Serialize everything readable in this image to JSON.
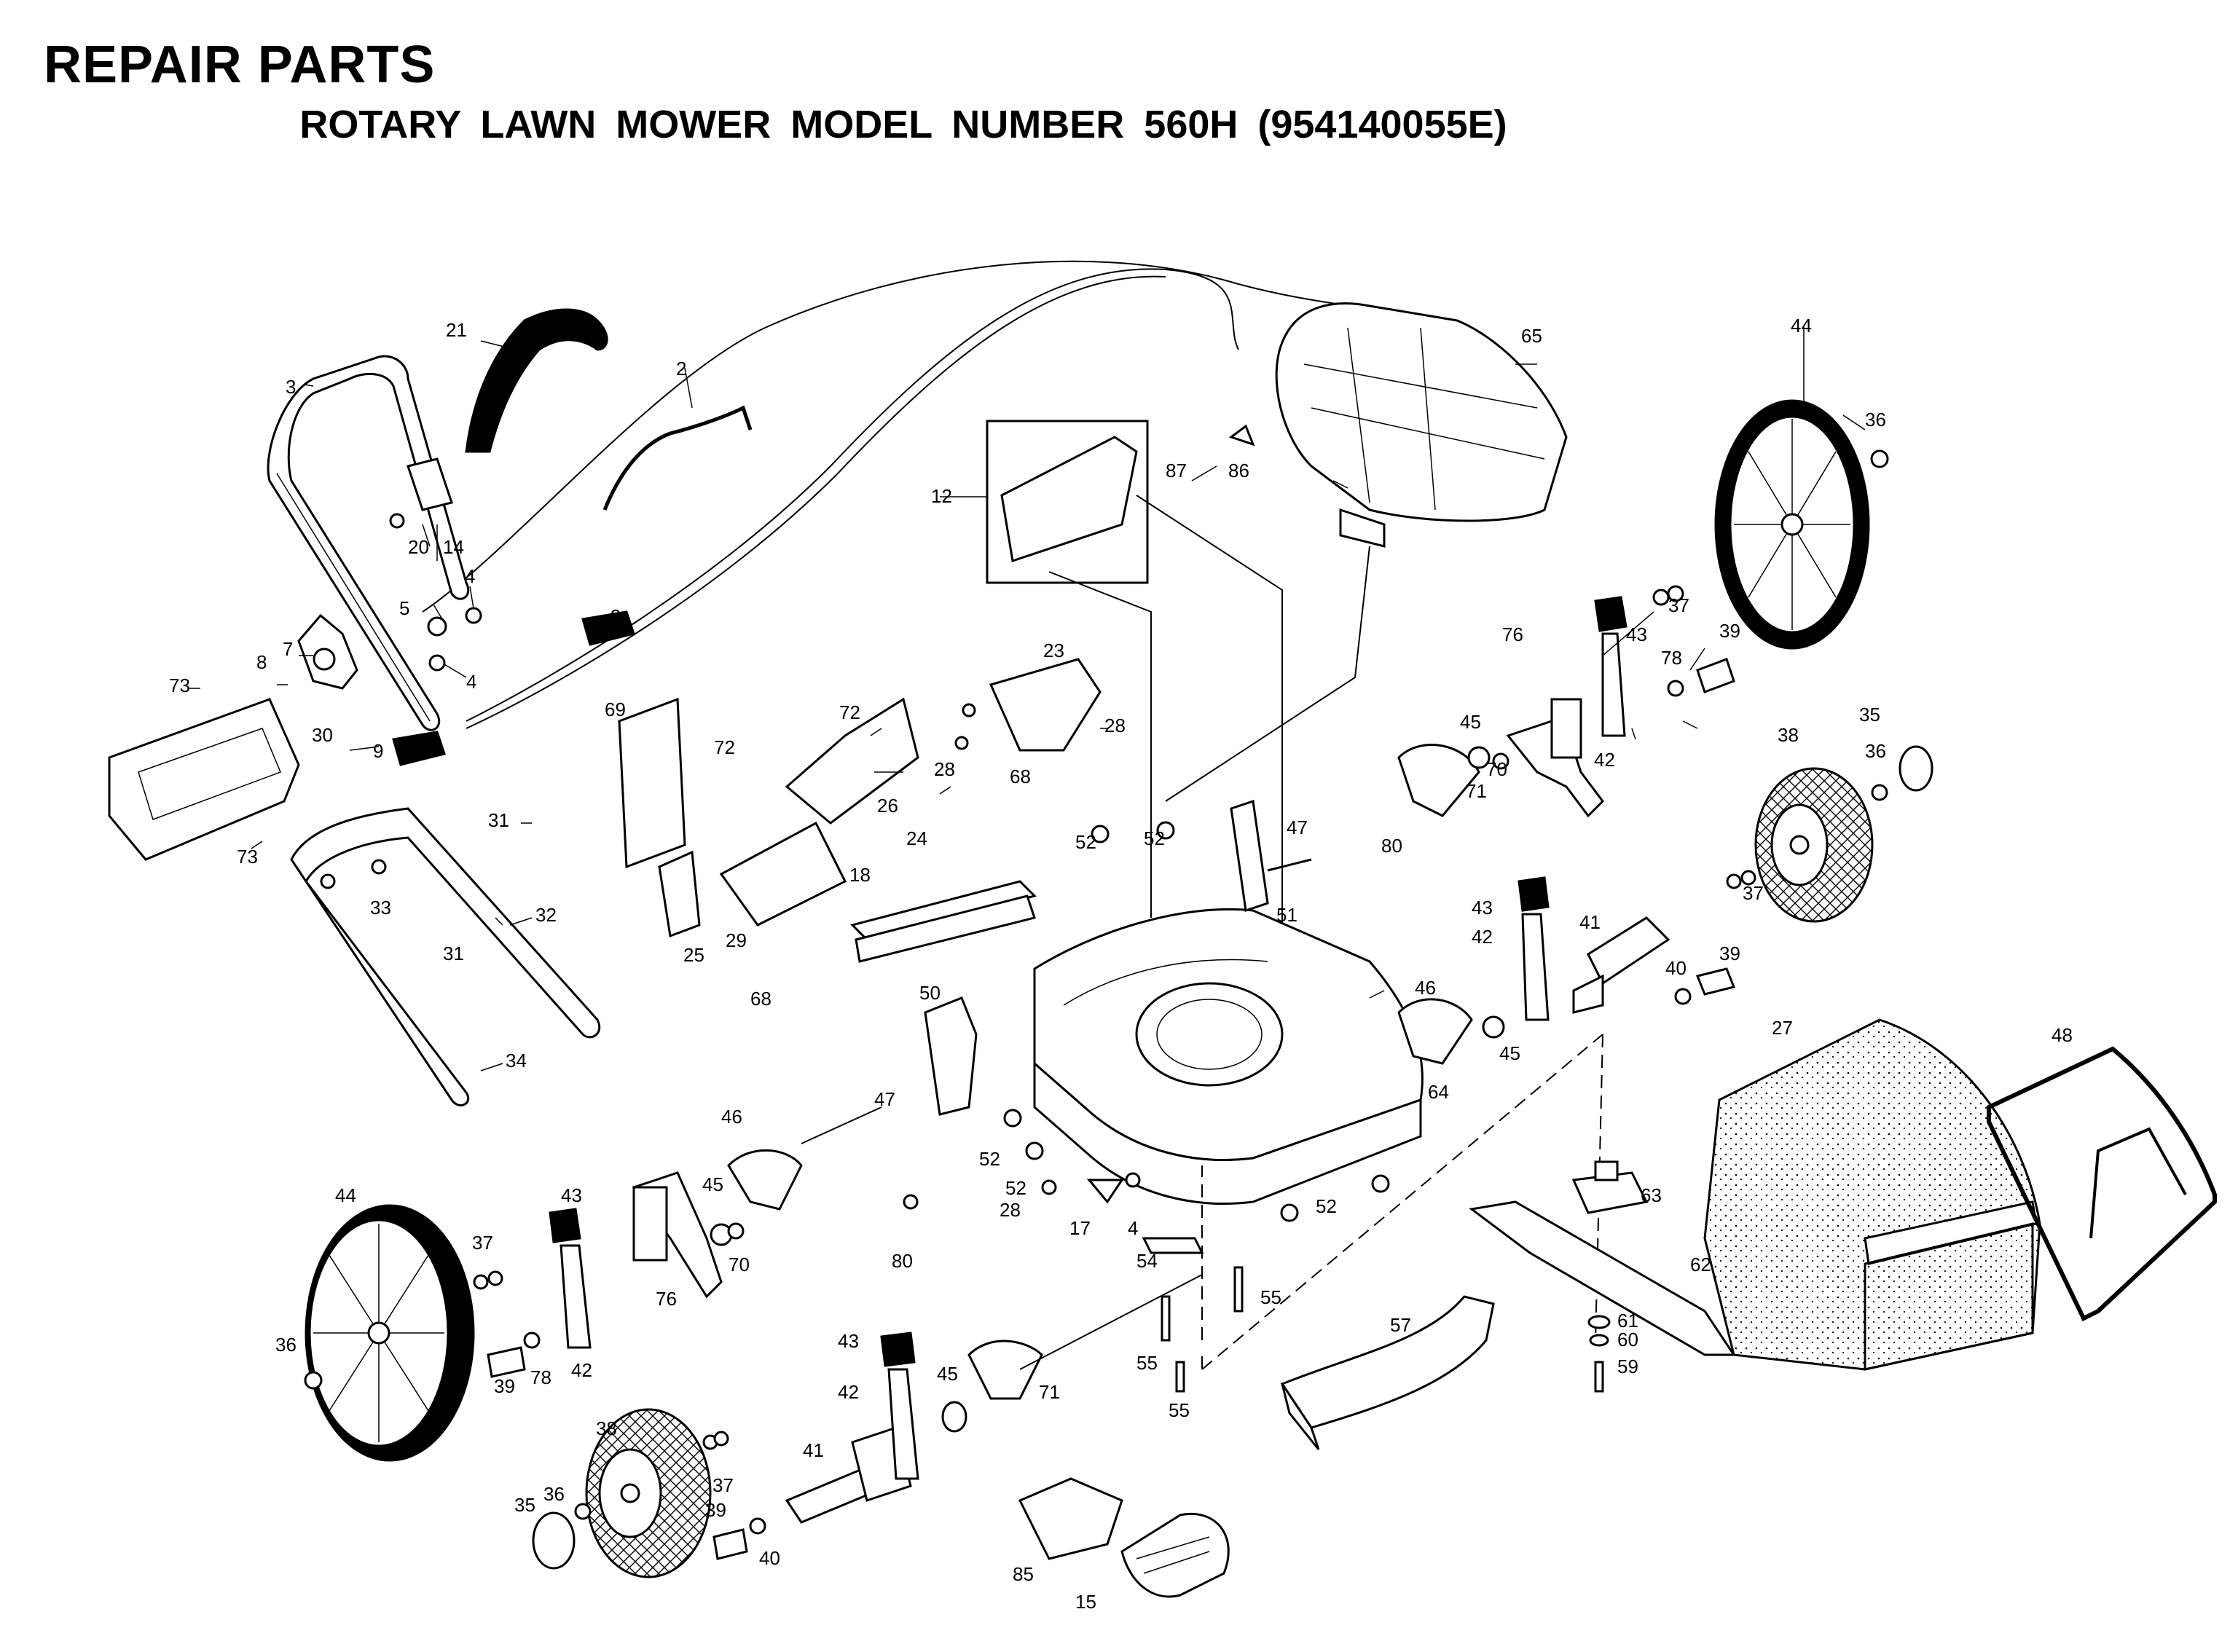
{
  "header": {
    "title": "REPAIR PARTS",
    "subtitle": "ROTARY LAWN MOWER MODEL NUMBER 560H (954140055E)"
  },
  "callouts": [
    "3",
    "21",
    "2",
    "20",
    "14",
    "5",
    "4",
    "4",
    "9",
    "7",
    "8",
    "73",
    "30",
    "9",
    "73",
    "31",
    "33",
    "31",
    "32",
    "34",
    "69",
    "72",
    "72",
    "26",
    "28",
    "23",
    "28",
    "12",
    "87",
    "86",
    "65",
    "44",
    "36",
    "76",
    "37",
    "43",
    "39",
    "78",
    "42",
    "45",
    "70",
    "71",
    "35",
    "38",
    "36",
    "37",
    "68",
    "24",
    "18",
    "25",
    "29",
    "68",
    "52",
    "52",
    "47",
    "80",
    "51",
    "43",
    "42",
    "41",
    "40",
    "39",
    "46",
    "45",
    "50",
    "47",
    "46",
    "64",
    "52",
    "52",
    "28",
    "17",
    "4",
    "80",
    "45",
    "70",
    "43",
    "44",
    "37",
    "36",
    "76",
    "42",
    "39",
    "78",
    "38",
    "37",
    "36",
    "35",
    "39",
    "40",
    "41",
    "43",
    "42",
    "45",
    "71",
    "54",
    "55",
    "55",
    "55",
    "52",
    "57",
    "63",
    "62",
    "61",
    "60",
    "59",
    "27",
    "48",
    "85",
    "15"
  ]
}
